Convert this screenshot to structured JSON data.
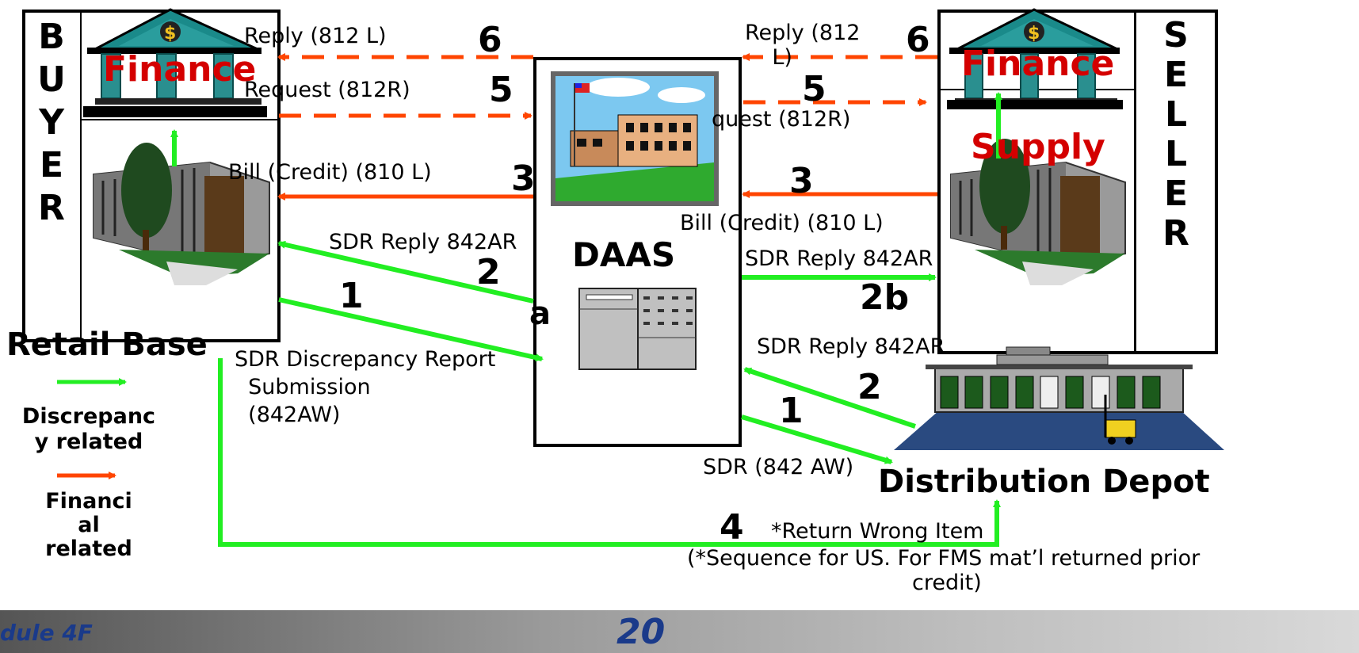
{
  "buyer": {
    "letters": [
      "B",
      "U",
      "Y",
      "E",
      "R"
    ],
    "finance_label": "Finance",
    "retail_label": "Retail Base"
  },
  "seller": {
    "letters": [
      "S",
      "E",
      "L",
      "L",
      "E",
      "R"
    ],
    "finance_label": "Finance",
    "supply_label": "Supply"
  },
  "daas": {
    "label": "DAAS",
    "fragment": "a"
  },
  "depot": {
    "label": "Distribution Depot"
  },
  "flows": {
    "reply_812l_left": "Reply (812 L)",
    "request_812r_left": "Request (812R)",
    "bill_credit_left": "Bill (Credit) (810 L)",
    "sdr_reply_left": "SDR Reply 842AR",
    "sdr_submission": "SDR Discrepancy Report\n  Submission\n  (842AW)",
    "reply_812l_right": "Reply (812\n    L)",
    "request_812r_right": "quest (812R)",
    "bill_credit_right": "Bill (Credit) (810 L)",
    "sdr_reply_seller": "SDR Reply 842AR",
    "sdr_reply_depot": "SDR Reply 842AR",
    "sdr_842aw_depot": "SDR (842 AW)",
    "return_wrong_item": "*Return Wrong Item",
    "sequence_note": "(*Sequence for US. For FMS mat’l returned prior\n credit)"
  },
  "numbers": {
    "n6_left": "6",
    "n5_left": "5",
    "n3_left": "3",
    "n2_left": "2",
    "n1_left": "1",
    "n6_right": "6",
    "n5_right": "5",
    "n3_right": "3",
    "n2b": "2b",
    "n2_depot": "2",
    "n1_depot": "1",
    "n4": "4"
  },
  "legend": {
    "discrepancy": "Discrepanc\ny related",
    "financial": "Financi\nal\nrelated",
    "green": "#22ee22",
    "red": "#ff4500"
  },
  "footer": {
    "module": "dule 4F",
    "page": "20"
  }
}
